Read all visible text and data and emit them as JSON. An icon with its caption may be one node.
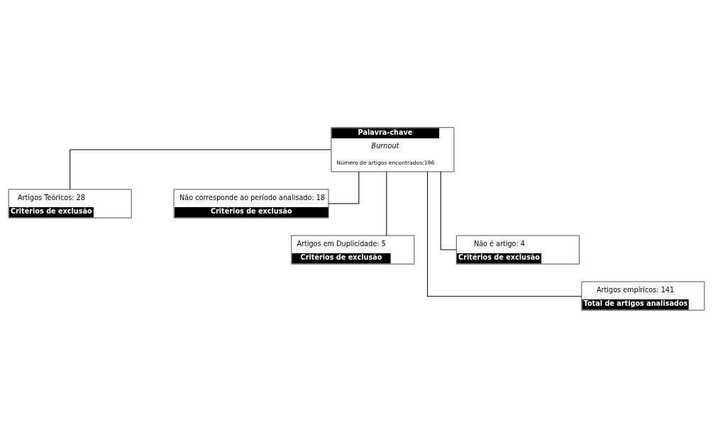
{
  "diagram": {
    "nodes": [
      {
        "text": [
          "Palavra-chave",
          "Burnout",
          "Número de artigos encontrados:196"
        ]
      },
      {
        "text": [
          "Artigos Teóricos: 28",
          "Critérios de exclusão"
        ]
      },
      {
        "text": [
          "Não corresponde ao período analisado: 18",
          "Critérios de exclusão"
        ]
      },
      {
        "text": [
          "Artigos em Duplicidade: 5",
          "Critérios de exclusão"
        ]
      },
      {
        "text": [
          "Não é artigo: 4",
          "Critérios de exclusão"
        ]
      },
      {
        "text": [
          "Artigos empíricos: 141",
          "Total de artigos analisados"
        ]
      }
    ],
    "edges": [
      {
        "from": 0,
        "to": 1,
        "arrow": "none"
      },
      {
        "from": 0,
        "to": 2,
        "arrow": "none"
      },
      {
        "from": 0,
        "to": 3,
        "arrow": "none"
      },
      {
        "from": 0,
        "to": 4,
        "arrow": "none"
      },
      {
        "from": 0,
        "to": 5,
        "arrow": "none"
      }
    ]
  }
}
